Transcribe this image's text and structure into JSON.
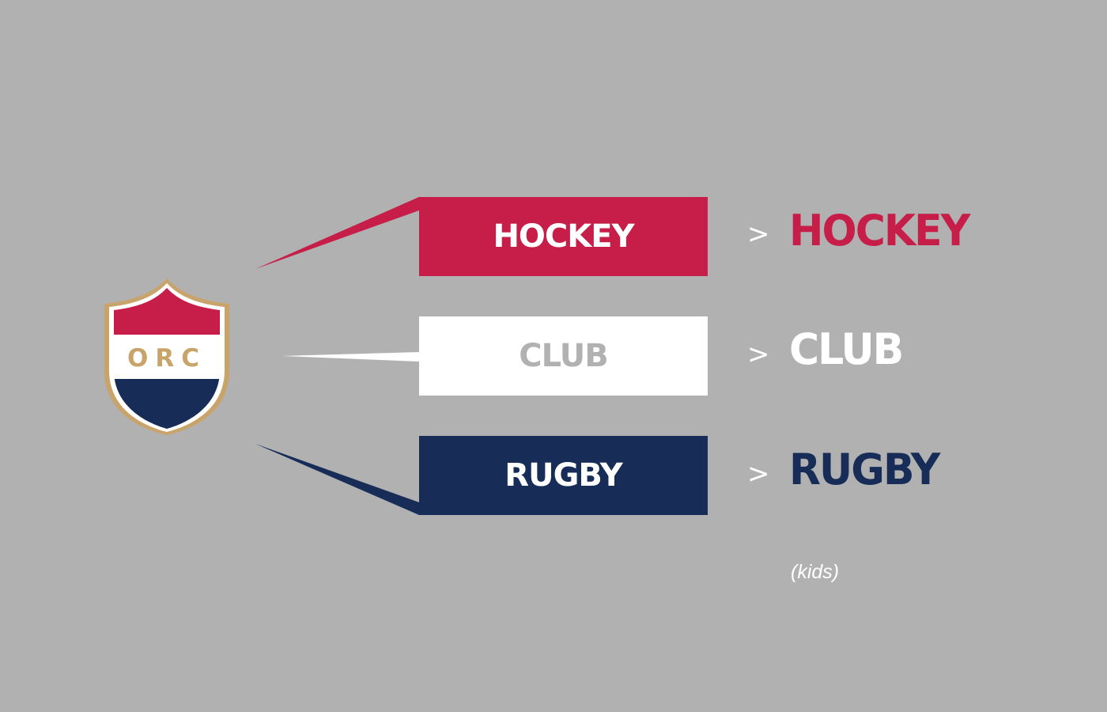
{
  "colors": {
    "background": "#b1b1b1",
    "red": "#c61e48",
    "navy": "#172d58",
    "white": "#ffffff",
    "gold": "#c9a46a"
  },
  "logo": {
    "monogram": "ORC",
    "icon": "shield-crest-icon"
  },
  "banners": [
    {
      "label": "HOCKEY",
      "background": "#c61e48",
      "text_color": "#ffffff"
    },
    {
      "label": "CLUB",
      "background": "#ffffff",
      "text_color": "#b1b1b1"
    },
    {
      "label": "RUGBY",
      "background": "#172d58",
      "text_color": "#ffffff"
    }
  ],
  "alternates": [
    {
      "arrow": ">",
      "label": "HOCKEY",
      "color": "#c61e48"
    },
    {
      "arrow": ">",
      "label": "CLUB",
      "color": "#ffffff"
    },
    {
      "arrow": ">",
      "label": "RUGBY",
      "color": "#172d58"
    }
  ],
  "note": "(kids)"
}
